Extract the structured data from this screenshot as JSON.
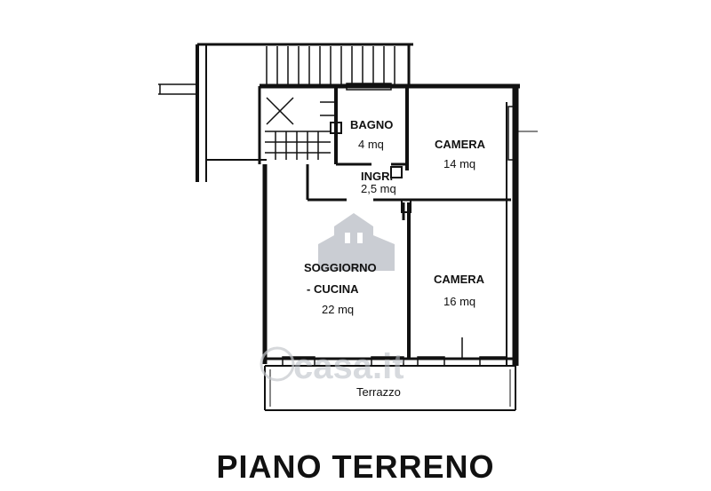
{
  "title": "PIANO TERRENO",
  "watermark": {
    "text": "casa.it",
    "color": "#9aa3b0"
  },
  "rooms": {
    "bagno": {
      "name": "BAGNO",
      "area": "4 mq"
    },
    "camera_top": {
      "name": "CAMERA",
      "area": "14 mq"
    },
    "ingresso": {
      "name": "INGR.",
      "area": "2,5 mq"
    },
    "soggiorno": {
      "name_line1": "SOGGIORNO",
      "name_line2": "- CUCINA",
      "area": "22 mq"
    },
    "camera_bottom": {
      "name": "CAMERA",
      "area": "16 mq"
    },
    "terrazzo": {
      "name": "Terrazzo"
    }
  }
}
